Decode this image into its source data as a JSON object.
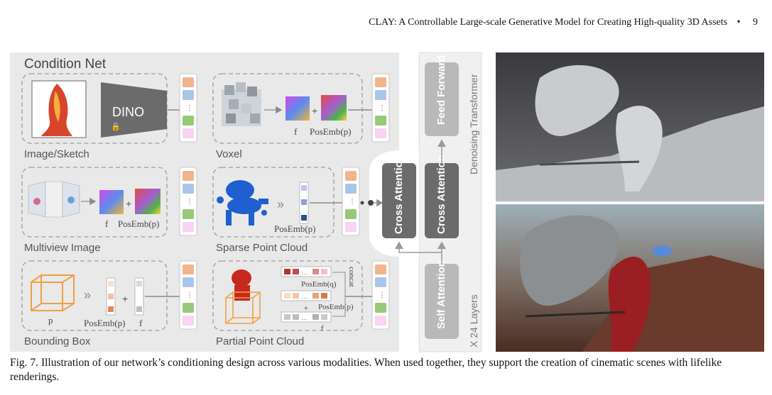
{
  "header": {
    "running_title": "CLAY: A Controllable Large-scale Generative Model for Creating High-quality 3D Assets",
    "separator": "•",
    "page_number": "9"
  },
  "figure": {
    "condition_net_title": "Condition Net",
    "panels": {
      "image_sketch": {
        "label": "Image/Sketch",
        "encoder": "DINO"
      },
      "voxel": {
        "label": "Voxel",
        "f": "f",
        "posemb": "PosEmb(p)"
      },
      "multiview": {
        "label": "Multiview Image",
        "f": "f",
        "posemb": "PosEmb(p)"
      },
      "sparse_pc": {
        "label": "Sparse Point Cloud",
        "posemb": "PosEmb(p)"
      },
      "bbox": {
        "label": "Bounding Box",
        "p": "p",
        "posemb": "PosEmb(p)",
        "f": "f"
      },
      "partial_pc": {
        "label": "Partial Point Cloud",
        "posemb_q": "PosEmb(q)",
        "posemb_p": "PosEmb(p)",
        "concat": "concat",
        "f": "f"
      }
    },
    "transformer": {
      "title": "Denoising Transformer",
      "layers": "X 24 Layers",
      "cross_attention_cond": "Cross Attention",
      "cross_attention": "Cross Attention",
      "feed_forward": "Feed Forward",
      "self_attention": "Self Attention"
    },
    "colors": {
      "panel_bg": "#e9e9e9",
      "block_dark": "#6b6b6b",
      "block_light": "#b9b9b9",
      "token_orange": "#f2b48b",
      "token_blue": "#a9c6ea",
      "token_green": "#96ca78",
      "token_pink": "#f8d3f2",
      "bbox_orange": "#f0a040"
    }
  },
  "caption": {
    "label": "Fig. 7.",
    "text": "Illustration of our network’s conditioning design across various modalities. When used together, they support the creation of cinematic scenes with lifelike renderings."
  }
}
